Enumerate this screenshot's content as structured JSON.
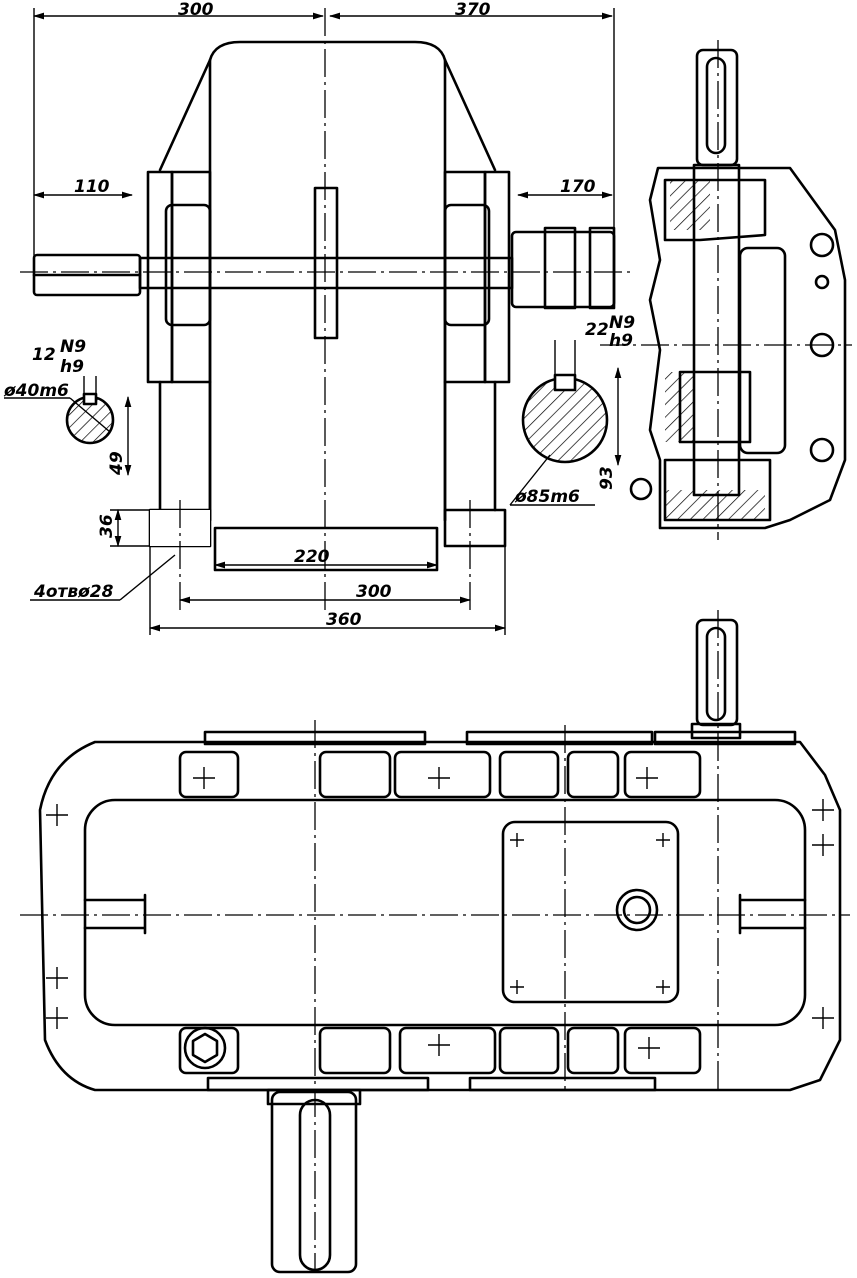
{
  "dimensions": {
    "overall_left": "300",
    "overall_right": "370",
    "input_shaft_length": "110",
    "output_shaft_length": "170",
    "foot_inner_span": "220",
    "bolt_span": "300",
    "base_length": "360",
    "foot_thickness": "36",
    "input_shaft_height": "49",
    "output_shaft_height": "93",
    "key_input_width": "12",
    "key_output_width": "22",
    "tolerance_hole": "N9",
    "tolerance_shaft": "h9",
    "input_shaft_diameter": "ø40m6",
    "output_shaft_diameter": "ø85m6",
    "bolt_holes": "4отвø28"
  }
}
